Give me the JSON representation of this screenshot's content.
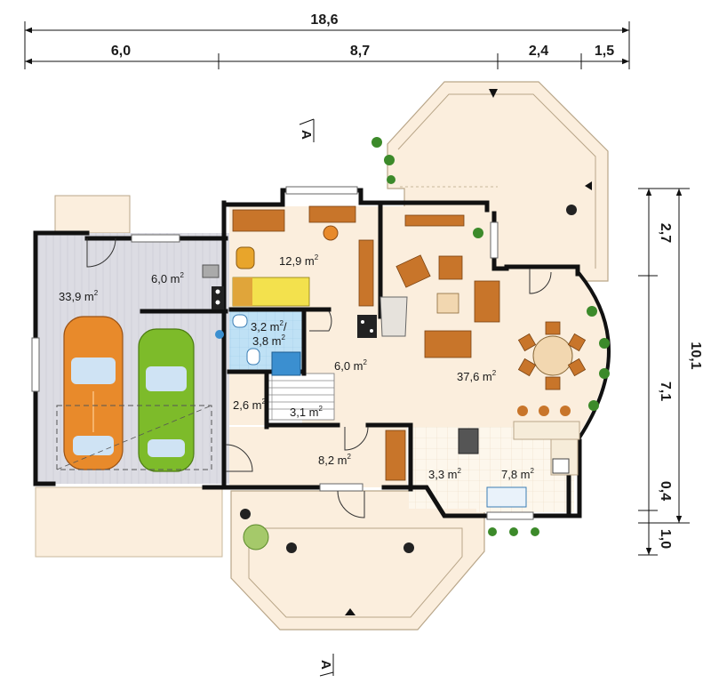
{
  "dimensions": {
    "total_width": "18,6",
    "width_left": "6,0",
    "width_middle": "8,7",
    "width_bay": "2,4",
    "width_right": "1,5",
    "depth_total": "10,1",
    "depth_top": "2,7",
    "depth_middle": "7,1",
    "depth_step": "0,4",
    "depth_bottom": "1,0"
  },
  "section_marker": "A",
  "area_unit_superscript": "2",
  "rooms": [
    {
      "id": "garage",
      "area": "33,9 m"
    },
    {
      "id": "boiler",
      "area": "6,0 m"
    },
    {
      "id": "study",
      "area": "12,9 m"
    },
    {
      "id": "bath-a",
      "area": "3,2 m"
    },
    {
      "id": "bath-b",
      "area": "3,8 m"
    },
    {
      "id": "hall",
      "area": "6,0 m"
    },
    {
      "id": "living",
      "area": "37,6 m"
    },
    {
      "id": "storage",
      "area": "2,6 m"
    },
    {
      "id": "stairs",
      "area": "3,1 m"
    },
    {
      "id": "entry",
      "area": "8,2 m"
    },
    {
      "id": "pantry",
      "area": "3,3 m"
    },
    {
      "id": "kitchen",
      "area": "7,8 m"
    }
  ],
  "colors": {
    "wall": "#111111",
    "floor": "#fbeedd",
    "garage_floor": "#d9d9e0",
    "bath_tile": "#bfe1f5",
    "kitchen_tile": "#fdf6ea",
    "terrace": "#fbeedd",
    "wood": "#c8752a",
    "car_orange": "#e88a2b",
    "car_green": "#7dbb2a"
  }
}
